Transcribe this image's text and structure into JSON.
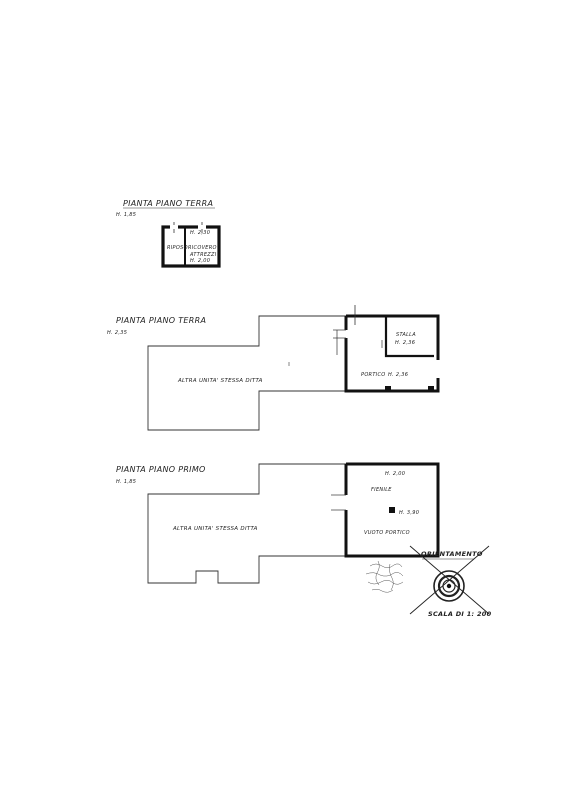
{
  "plan1": {
    "title": "PIANTA PIANO TERRA",
    "height": "H. 1,85",
    "room_left": "RIPOSO",
    "room_right_line1": "RICOVERO",
    "room_right_line2": "ATTREZZI",
    "h_top": "H. 2,30",
    "h_bottom": "H. 2,00"
  },
  "plan2": {
    "title": "PIANTA PIANO TERRA",
    "height": "H. 2,35",
    "other_unit": "ALTRA UNITA' STESSA DITTA",
    "stalla": "STALLA",
    "stalla_h": "H. 2,36",
    "portico": "PORTICO",
    "portico_h": "H. 2,36"
  },
  "plan3": {
    "title": "PIANTA PIANO PRIMO",
    "height": "H. 1,85",
    "other_unit": "ALTRA UNITA' STESSA DITTA",
    "h_top": "H. 2,00",
    "fienile": "FIENILE",
    "h_mid": "H. 3,90",
    "vuoto": "VUOTO PORTICO"
  },
  "compass": {
    "label": "ORIENTAMENTO",
    "scale": "SCALA DI 1: 200"
  }
}
